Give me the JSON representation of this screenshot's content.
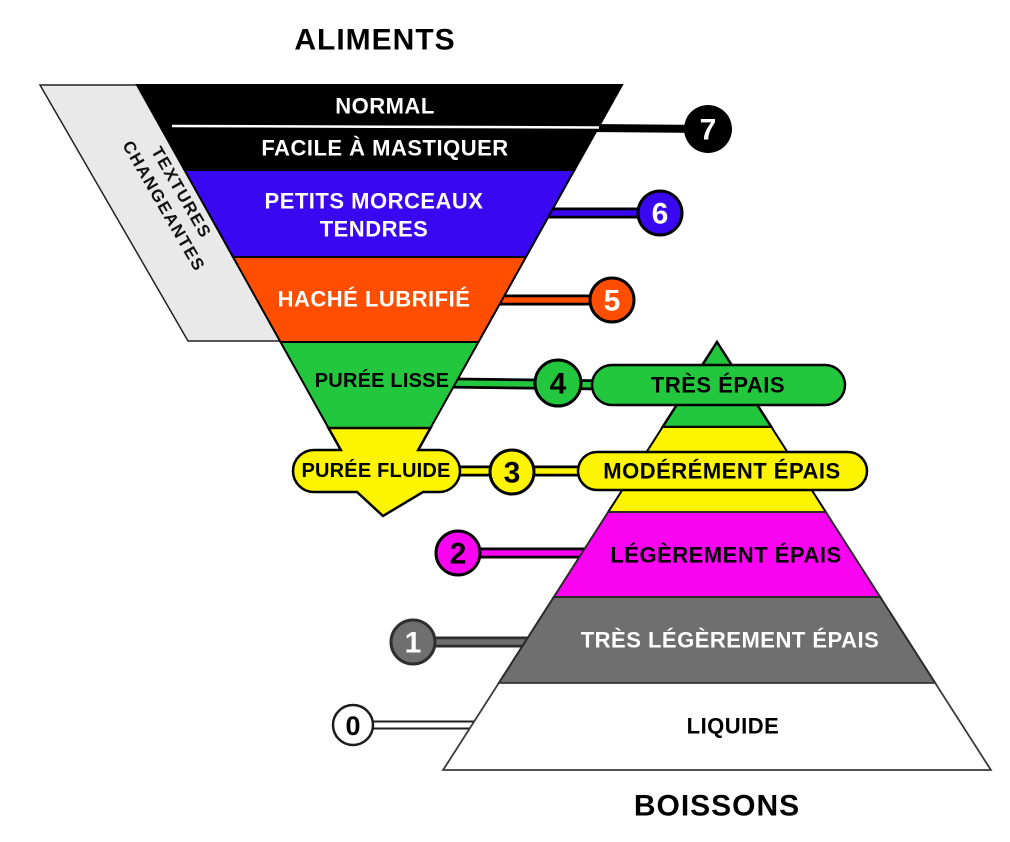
{
  "foods": {
    "title": "ALIMENTS",
    "levels": [
      {
        "number": "7",
        "line1": "NORMAL",
        "line2": "FACILE À MASTIQUER"
      },
      {
        "number": "6",
        "line1": "PETITS MORCEAUX",
        "line2": "TENDRES"
      },
      {
        "number": "5",
        "label": "HACHÉ LUBRIFIÉ"
      },
      {
        "number": "4",
        "label": "PURÉE LISSE"
      },
      {
        "number": "3",
        "label": "PURÉE FLUIDE"
      }
    ]
  },
  "drinks": {
    "title": "BOISSONS",
    "levels": [
      {
        "number": "4",
        "label": "TRÈS ÉPAIS"
      },
      {
        "number": "3",
        "label": "MODÉRÉMENT ÉPAIS"
      },
      {
        "number": "2",
        "label": "LÉGÈREMENT ÉPAIS"
      },
      {
        "number": "1",
        "label": "TRÈS LÉGÈREMENT ÉPAIS"
      },
      {
        "number": "0",
        "label": "LIQUIDE"
      }
    ]
  },
  "banner": {
    "line1": "TEXTURES",
    "line2": "CHANGEANTES"
  },
  "colors": {
    "level7_black": "#000000",
    "level6_blue": "#3A08F0",
    "level5_orange": "#FF4E00",
    "level4_green": "#23C73E",
    "level3_yellow": "#FCF400",
    "level2_magenta": "#F903F0",
    "level1_gray": "#6F6F6F",
    "level0_white": "#FFFFFF",
    "banner_gray": "#E9E9E9",
    "outline": "#000000",
    "text_light": "#FFFFFF",
    "text_dark": "#000000"
  }
}
